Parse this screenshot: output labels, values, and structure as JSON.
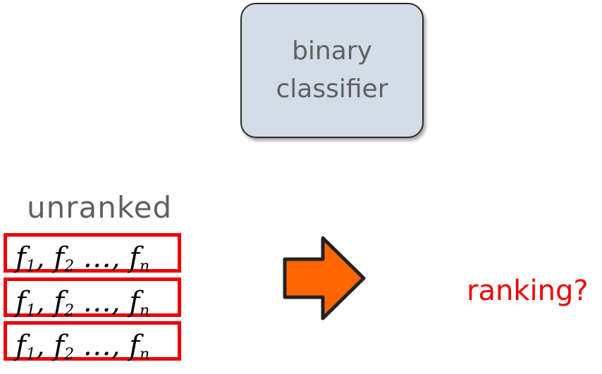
{
  "classifier": {
    "line1": "binary",
    "line2": "classifier"
  },
  "unranked_label": "unranked",
  "rows": [
    {
      "f": "f",
      "s1": "1",
      "s2": "2",
      "sn": "n",
      "sep": ", ",
      "dots": " …, "
    },
    {
      "f": "f",
      "s1": "1",
      "s2": "2",
      "sn": "n",
      "sep": ", ",
      "dots": " …, "
    },
    {
      "f": "f",
      "s1": "1",
      "s2": "2",
      "sn": "n",
      "sep": ", ",
      "dots": " …, "
    }
  ],
  "ranking_label": "ranking?",
  "colors": {
    "accent_red": "#ee0000",
    "arrow_orange": "#ff6600",
    "box_fill": "#d3dde8"
  }
}
